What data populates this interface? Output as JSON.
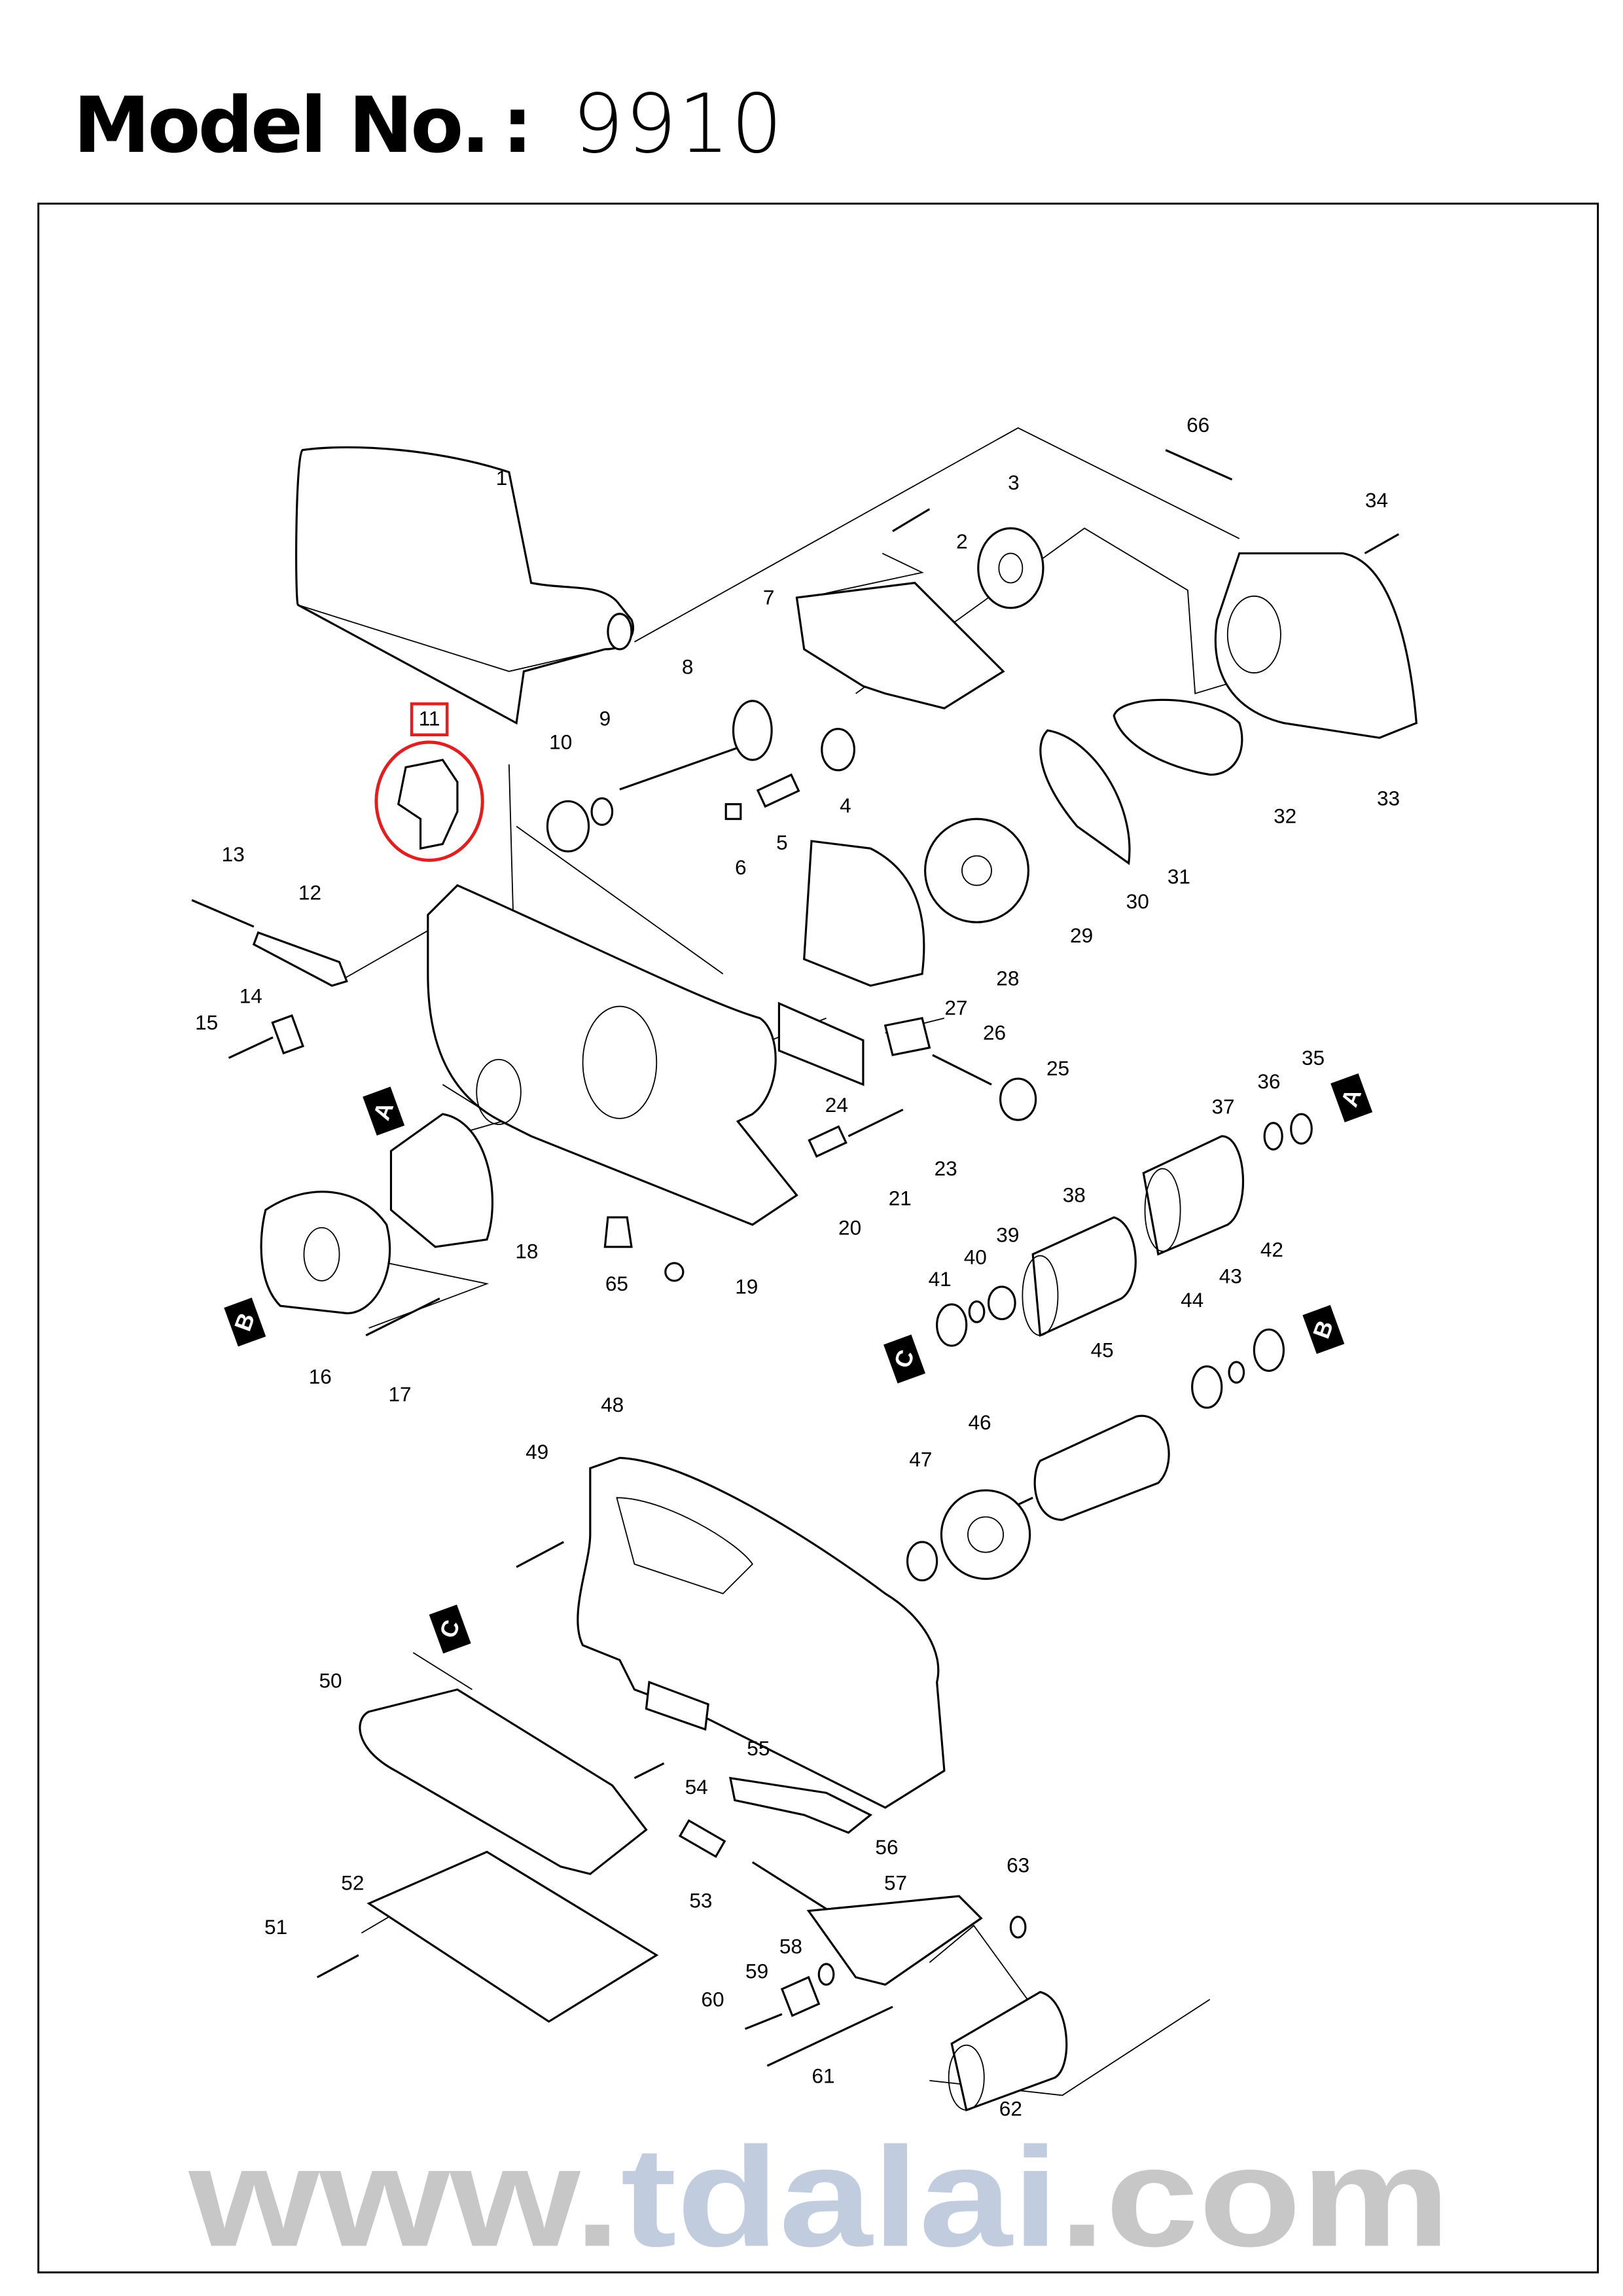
{
  "header": {
    "label": "Model No.",
    "colon": ":",
    "model_number": "9910"
  },
  "diagram": {
    "part_numbers": [
      "1",
      "2",
      "3",
      "4",
      "5",
      "6",
      "7",
      "8",
      "9",
      "10",
      "11",
      "12",
      "13",
      "14",
      "15",
      "16",
      "17",
      "18",
      "19",
      "20",
      "21",
      "23",
      "24",
      "25",
      "26",
      "27",
      "28",
      "29",
      "30",
      "31",
      "32",
      "33",
      "34",
      "35",
      "36",
      "37",
      "38",
      "39",
      "40",
      "41",
      "42",
      "43",
      "44",
      "45",
      "46",
      "47",
      "48",
      "49",
      "50",
      "51",
      "52",
      "53",
      "54",
      "55",
      "56",
      "57",
      "58",
      "59",
      "60",
      "61",
      "62",
      "63",
      "65",
      "66"
    ],
    "highlighted_part": "11",
    "highlight_color": "#e02020",
    "section_markers": [
      "A",
      "A",
      "B",
      "B",
      "C",
      "C"
    ]
  },
  "watermark": {
    "prefix": "www.",
    "middle": "tdalai",
    "suffix": ".com",
    "prefix_color": "#9a9a9a",
    "middle_color": "#8fa3c6"
  }
}
